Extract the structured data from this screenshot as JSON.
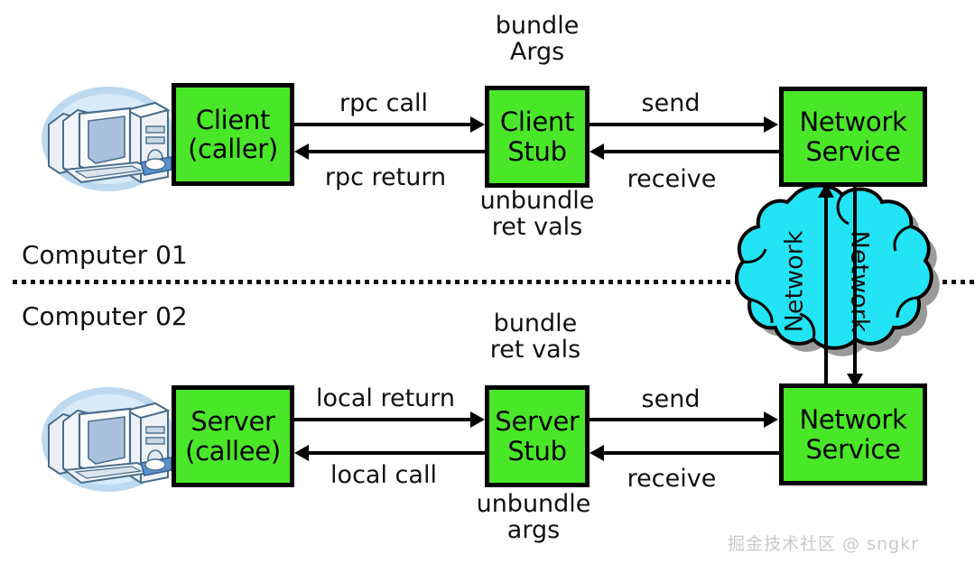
{
  "diagram": {
    "title": "RPC call flow between two computers",
    "colors": {
      "box_fill": "#4ae729",
      "box_border": "#000000",
      "cloud_fill": "#22e4f5",
      "cloud_stroke": "#000000",
      "cloud_shadow": "#9a9a9a",
      "text": "#111111",
      "watermark": "#c9c9c9",
      "monitor_disc": "#bcd9f0"
    },
    "zones": [
      {
        "id": "computer-01",
        "label": "Computer 01"
      },
      {
        "id": "computer-02",
        "label": "Computer 02"
      }
    ],
    "divider": {
      "style": "dotted"
    },
    "top_row": {
      "client": {
        "line1": "Client",
        "line2": "(caller)"
      },
      "client_stub": {
        "line1": "Client",
        "line2": "Stub"
      },
      "network_service": {
        "line1": "Network",
        "line2": "Service"
      },
      "above_stub": {
        "line1": "bundle",
        "line2": "Args"
      },
      "below_stub": {
        "line1": "unbundle",
        "line2": "ret vals"
      },
      "arrows": {
        "client_to_stub": "rpc call",
        "stub_to_client": "rpc return",
        "stub_to_network": "send",
        "network_to_stub": "receive"
      }
    },
    "bottom_row": {
      "server": {
        "line1": "Server",
        "line2": "(callee)"
      },
      "server_stub": {
        "line1": "Server",
        "line2": "Stub"
      },
      "network_service": {
        "line1": "Network",
        "line2": "Service"
      },
      "above_stub": {
        "line1": "bundle",
        "line2": "ret vals"
      },
      "below_stub": {
        "line1": "unbundle",
        "line2": "args"
      },
      "arrows": {
        "server_to_stub": "local return",
        "stub_to_server": "local call",
        "stub_to_network": "send",
        "network_to_stub": "receive"
      }
    },
    "cloud": {
      "label_left": "Network",
      "label_right": "Network",
      "left_arrow_direction": "up",
      "right_arrow_direction": "down"
    },
    "watermark": "掘金技术社区 @ sngkr"
  }
}
